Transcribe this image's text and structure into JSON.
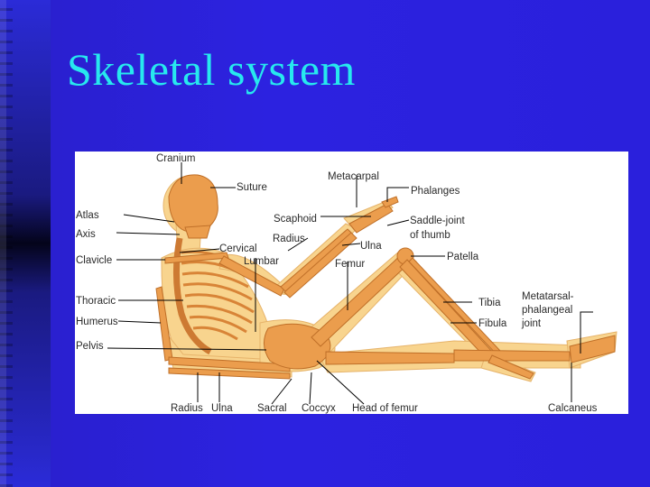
{
  "slide": {
    "title": "Skeletal system"
  },
  "figure": {
    "labels": {
      "cranium": "Cranium",
      "suture": "Suture",
      "metacarpal": "Metacarpal",
      "phalanges": "Phalanges",
      "atlas": "Atlas",
      "axis": "Axis",
      "scaphoid": "Scaphoid",
      "saddle_joint_line1": "Saddle-joint",
      "saddle_joint_line2": "of thumb",
      "clavicle": "Clavicle",
      "cervical": "Cervical",
      "radius_upper": "Radius",
      "ulna_upper": "Ulna",
      "lumbar": "Lumbar",
      "femur": "Femur",
      "patella": "Patella",
      "thoracic": "Thoracic",
      "tibia": "Tibia",
      "metatarsal_line1": "Metatarsal-",
      "metatarsal_line2": "phalangeal",
      "metatarsal_line3": "joint",
      "humerus": "Humerus",
      "fibula": "Fibula",
      "pelvis": "Pelvis",
      "radius_lower": "Radius",
      "ulna_lower": "Ulna",
      "sacral": "Sacral",
      "coccyx": "Coccyx",
      "head_of_femur": "Head of femur",
      "calcaneus": "Calcaneus"
    }
  },
  "colors": {
    "background": "#2a20d8",
    "title": "#27e8ee",
    "skin": "#f6cd7e",
    "bone": "#e89a4a",
    "bone_shadow": "#c0732c"
  }
}
